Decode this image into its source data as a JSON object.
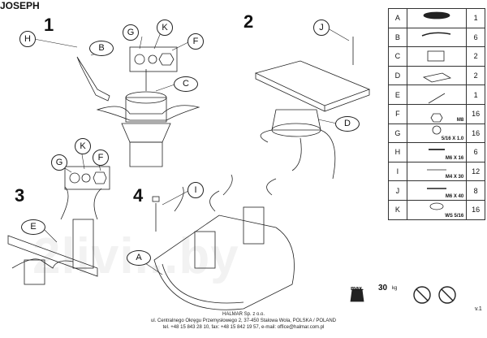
{
  "title": "JOSEPH",
  "steps": [
    "1",
    "2",
    "3",
    "4"
  ],
  "callouts": {
    "step1": [
      "H",
      "B",
      "G",
      "K",
      "F",
      "C"
    ],
    "step2": [
      "J",
      "D"
    ],
    "step3": [
      "G",
      "K",
      "F",
      "E"
    ],
    "step4": [
      "I",
      "A"
    ]
  },
  "parts": [
    {
      "letter": "A",
      "label": "",
      "qty": "1"
    },
    {
      "letter": "B",
      "label": "",
      "qty": "6"
    },
    {
      "letter": "C",
      "label": "",
      "qty": "2"
    },
    {
      "letter": "D",
      "label": "",
      "qty": "2"
    },
    {
      "letter": "E",
      "label": "",
      "qty": "1"
    },
    {
      "letter": "F",
      "label": "M8",
      "qty": "16"
    },
    {
      "letter": "G",
      "label": "5/16 X 1.0",
      "qty": "16"
    },
    {
      "letter": "H",
      "label": "M6 X 16",
      "qty": "6"
    },
    {
      "letter": "I",
      "label": "M4 X 30",
      "qty": "12"
    },
    {
      "letter": "J",
      "label": "M6 X 40",
      "qty": "8"
    },
    {
      "letter": "K",
      "label": "WS 5/16",
      "qty": "16"
    }
  ],
  "max_load": {
    "prefix": "max.",
    "value": "30",
    "unit": "kg"
  },
  "version": "v.1",
  "watermark": "2livi...by",
  "footer": {
    "line1": "HALMAR Sp. z o.o.",
    "line2": "ul. Centralnego Okręgu Przemysłowego 2, 37-450 Stalowa Wola, POLSKA / POLAND",
    "line3": "tel. +48 15 843 28 10, fax: +48 15 842 19 57, e-mail: office@halmar.com.pl"
  }
}
